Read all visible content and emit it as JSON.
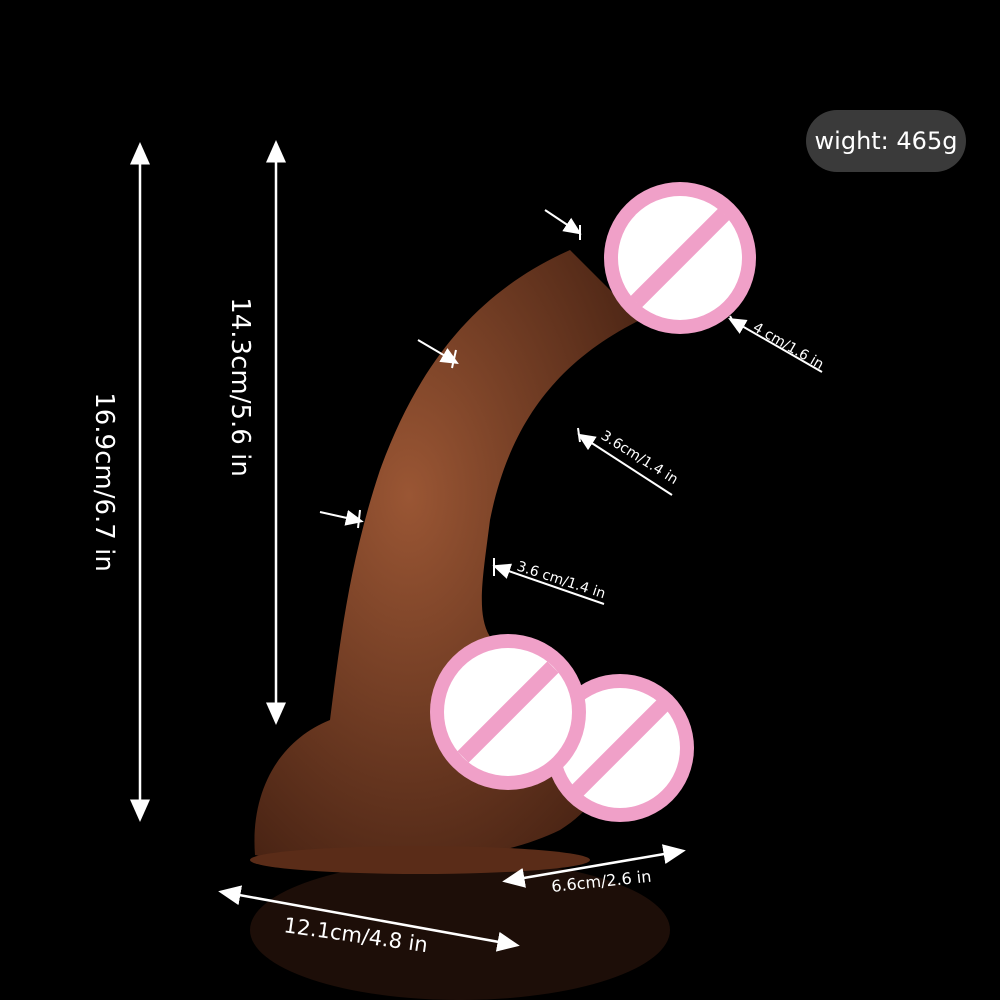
{
  "weight": "wight: 465g",
  "dimensions": {
    "total_length": "16.9cm/6.7 in",
    "insertable_length": "14.3cm/5.6 in",
    "head_diameter": "4 cm/1.6 in",
    "shaft_upper_diameter": "3.6cm/1.4 in",
    "shaft_lower_diameter": "3.6 cm/1.4 in",
    "base_width": "6.6cm/2.6 in",
    "base_length": "12.1cm/4.8 in"
  },
  "colors": {
    "product": "#7a4128",
    "censor_pink": "#f0a0c8",
    "badge": "#3a3a3a"
  }
}
